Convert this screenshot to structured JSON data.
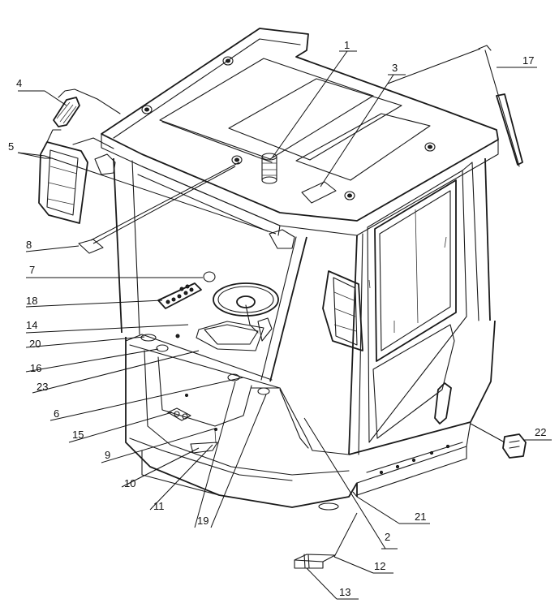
{
  "callouts": [
    {
      "id": "1",
      "text": "1"
    },
    {
      "id": "2",
      "text": "2"
    },
    {
      "id": "3",
      "text": "3"
    },
    {
      "id": "4",
      "text": "4"
    },
    {
      "id": "5",
      "text": "5"
    },
    {
      "id": "6",
      "text": "6"
    },
    {
      "id": "7",
      "text": "7"
    },
    {
      "id": "8",
      "text": "8"
    },
    {
      "id": "9",
      "text": "9"
    },
    {
      "id": "10",
      "text": "10"
    },
    {
      "id": "11",
      "text": "11"
    },
    {
      "id": "12",
      "text": "12"
    },
    {
      "id": "13",
      "text": "13"
    },
    {
      "id": "14",
      "text": "14"
    },
    {
      "id": "15",
      "text": "15"
    },
    {
      "id": "16",
      "text": "16"
    },
    {
      "id": "17",
      "text": "17"
    },
    {
      "id": "18",
      "text": "18"
    },
    {
      "id": "19",
      "text": "19"
    },
    {
      "id": "20",
      "text": "20"
    },
    {
      "id": "21",
      "text": "21"
    },
    {
      "id": "22",
      "text": "22"
    },
    {
      "id": "23",
      "text": "23"
    }
  ],
  "colors": {
    "line": "#1a1a1a",
    "background": "#ffffff"
  }
}
